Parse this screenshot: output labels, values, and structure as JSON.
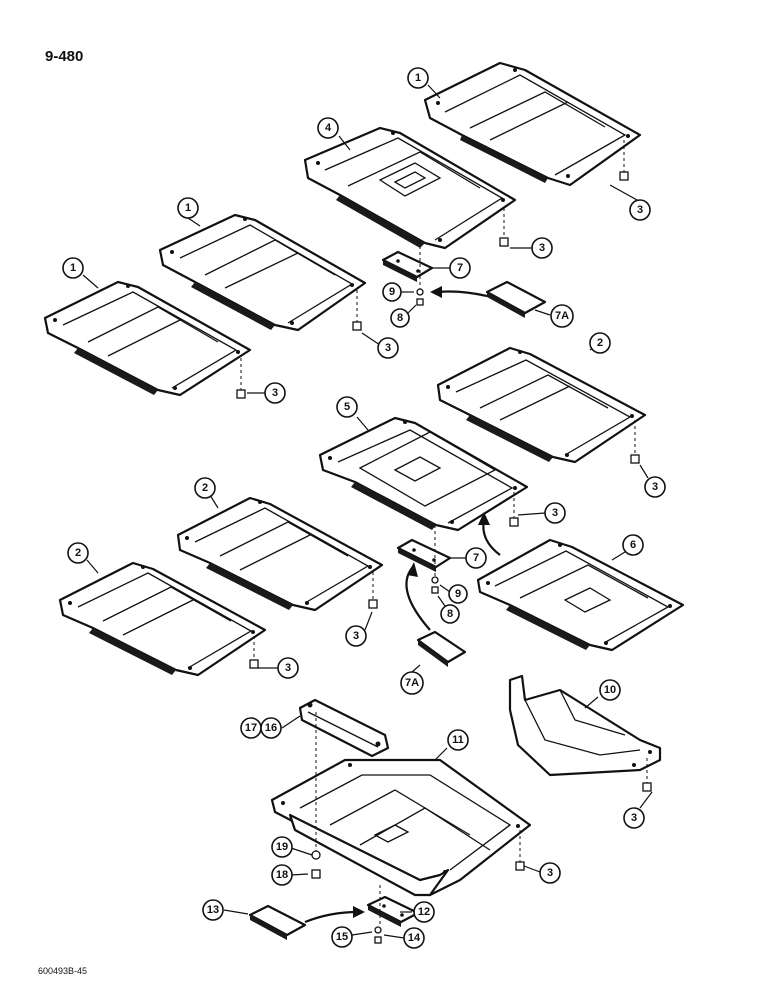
{
  "page": {
    "number": "9-480",
    "figure_id": "600493B-45"
  },
  "callouts": [
    "1",
    "1",
    "1",
    "1",
    "4",
    "3",
    "3",
    "3",
    "3",
    "7",
    "9",
    "8",
    "7A",
    "2",
    "5",
    "3",
    "2",
    "2",
    "3",
    "3",
    "3",
    "6",
    "7",
    "9",
    "8",
    "7A",
    "10",
    "17",
    "16",
    "11",
    "3",
    "19",
    "18",
    "3",
    "13",
    "12",
    "15",
    "14"
  ],
  "colors": {
    "ink": "#111111",
    "paper": "#ffffff"
  }
}
